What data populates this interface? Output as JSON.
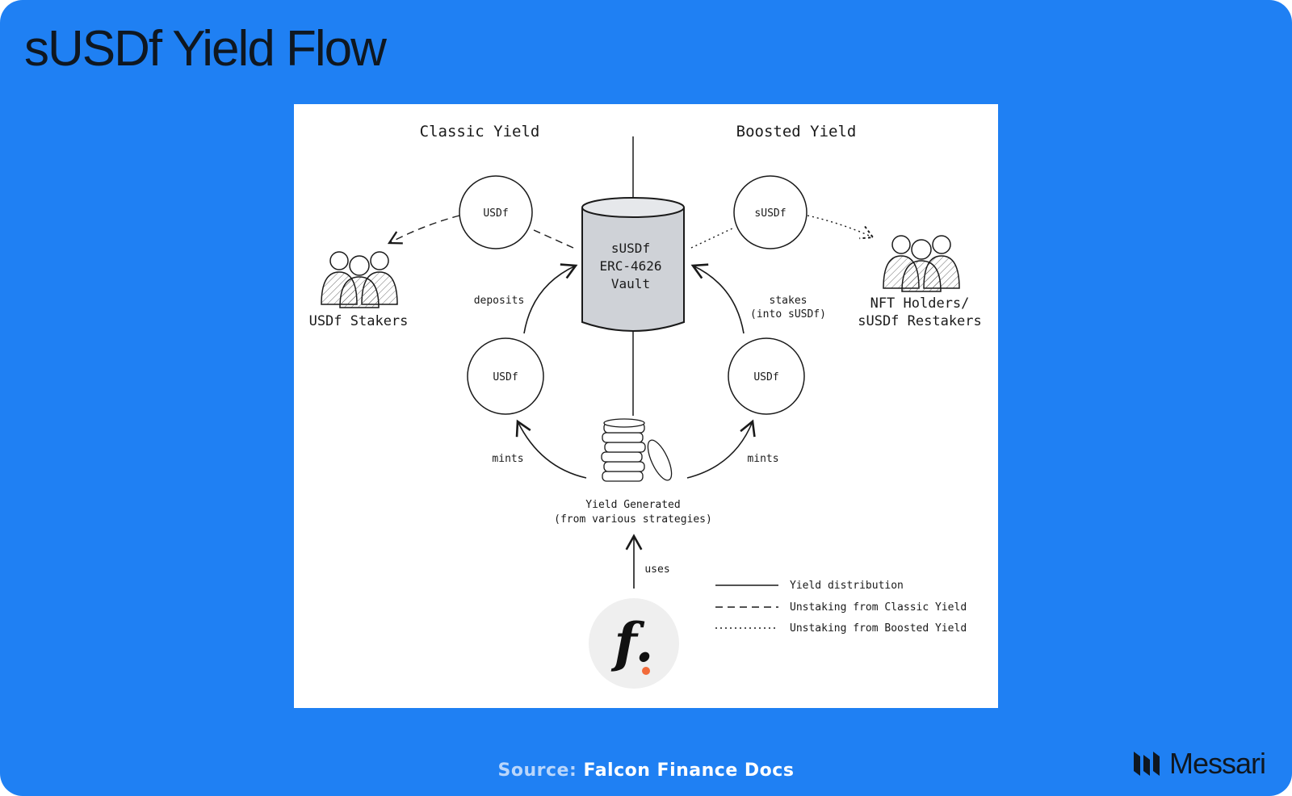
{
  "title": "sUSDf Yield Flow",
  "diagram": {
    "heading_classic": "Classic Yield",
    "heading_boosted": "Boosted Yield",
    "vault_lines": [
      "sUSDf",
      "ERC-4626",
      "Vault"
    ],
    "node_usdf_classic": "USDf",
    "node_susdf_boosted": "sUSDf",
    "node_usdf_deposit": "USDf",
    "node_usdf_stake": "USDf",
    "label_usdf_stakers": "USDf Stakers",
    "label_nft_holders_lines": [
      "NFT Holders/",
      "sUSDf Restakers"
    ],
    "edge_deposits": "deposits",
    "edge_stakes_lines": [
      "stakes",
      "(into sUSDf)"
    ],
    "edge_mints_left": "mints",
    "edge_mints_right": "mints",
    "yield_lines": [
      "Yield Generated",
      "(from various strategies)"
    ],
    "edge_uses": "uses",
    "logo_glyph": "f.",
    "legend": [
      {
        "style": "solid",
        "label": "Yield distribution"
      },
      {
        "style": "dashed",
        "label": "Unstaking from Classic Yield"
      },
      {
        "style": "dotted",
        "label": "Unstaking from Boosted Yield"
      }
    ]
  },
  "source": {
    "label": "Source:",
    "value": "Falcon Finance Docs"
  },
  "brand": {
    "name": "Messari"
  },
  "colors": {
    "background": "#1f80f3",
    "vault_fill": "#cfd2d7",
    "logo_dot": "#f26b3a"
  }
}
